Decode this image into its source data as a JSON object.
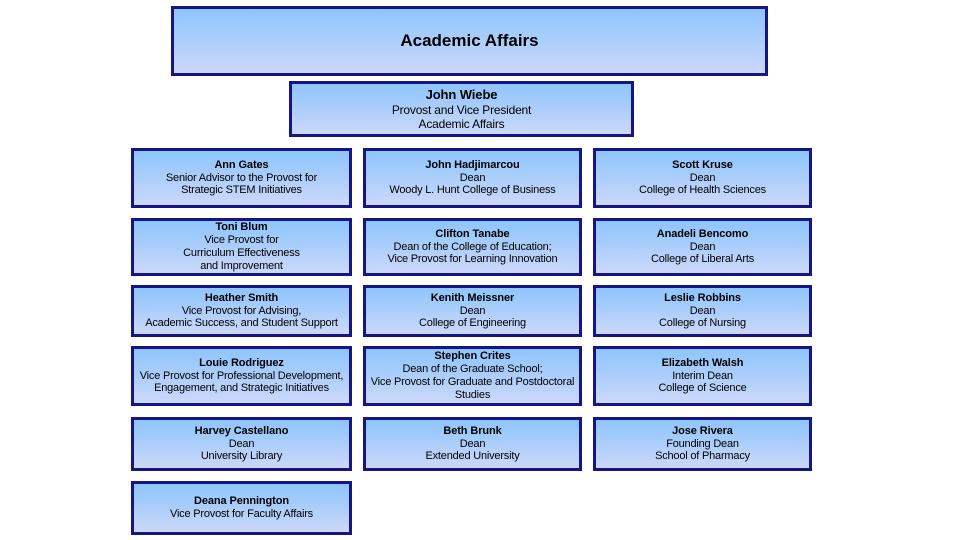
{
  "root": {
    "title": "Academic Affairs"
  },
  "provost": {
    "name": "John Wiebe",
    "line1": "Provost and Vice President",
    "line2": "Academic Affairs"
  },
  "nodes": [
    {
      "id": "ann-gates",
      "name": "Ann Gates",
      "lines": [
        "Senior Advisor to the Provost for",
        "Strategic STEM Initiatives"
      ]
    },
    {
      "id": "john-hadjimarcou",
      "name": "John Hadjimarcou",
      "lines": [
        "Dean",
        "Woody L. Hunt College of Business"
      ]
    },
    {
      "id": "scott-kruse",
      "name": "Scott Kruse",
      "lines": [
        "Dean",
        "College of Health Sciences"
      ]
    },
    {
      "id": "toni-blum",
      "name": "Toni Blum",
      "lines": [
        "Vice Provost for",
        "Curriculum Effectiveness",
        "and Improvement"
      ]
    },
    {
      "id": "clifton-tanabe",
      "name": "Clifton Tanabe",
      "lines": [
        "Dean of the College of Education;",
        "Vice Provost for Learning Innovation"
      ]
    },
    {
      "id": "anadeli-bencomo",
      "name": "Anadeli Bencomo",
      "lines": [
        "Dean",
        "College of Liberal Arts"
      ]
    },
    {
      "id": "heather-smith",
      "name": "Heather Smith",
      "lines": [
        "Vice Provost for Advising,",
        "Academic Success, and Student Support"
      ]
    },
    {
      "id": "kenith-meissner",
      "name": "Kenith Meissner",
      "lines": [
        "Dean",
        "College of Engineering"
      ]
    },
    {
      "id": "leslie-robbins",
      "name": "Leslie Robbins",
      "lines": [
        "Dean",
        "College of Nursing"
      ]
    },
    {
      "id": "louie-rodriguez",
      "name": "Louie Rodriguez",
      "lines": [
        "Vice Provost for Professional Development,",
        "Engagement, and Strategic Initiatives"
      ]
    },
    {
      "id": "stephen-crites",
      "name": "Stephen Crites",
      "lines": [
        "Dean of the Graduate School;",
        "Vice Provost for Graduate and Postdoctoral",
        "Studies"
      ]
    },
    {
      "id": "elizabeth-walsh",
      "name": "Elizabeth Walsh",
      "lines": [
        "Interim Dean",
        "College of Science"
      ]
    },
    {
      "id": "harvey-castellano",
      "name": "Harvey Castellano",
      "lines": [
        "Dean",
        "University Library"
      ]
    },
    {
      "id": "beth-brunk",
      "name": "Beth Brunk",
      "lines": [
        "Dean",
        "Extended University"
      ]
    },
    {
      "id": "jose-rivera",
      "name": "Jose Rivera",
      "lines": [
        "Founding Dean",
        "School of Pharmacy"
      ]
    },
    {
      "id": "deana-pennington",
      "name": "Deana Pennington",
      "lines": [
        "Vice Provost for Faculty Affairs"
      ]
    }
  ],
  "colors": {
    "border": "#151585",
    "gradient_top": "#8ec5fc",
    "gradient_bottom": "#ccd8fa",
    "background": "#ffffff",
    "text": "#000000"
  }
}
